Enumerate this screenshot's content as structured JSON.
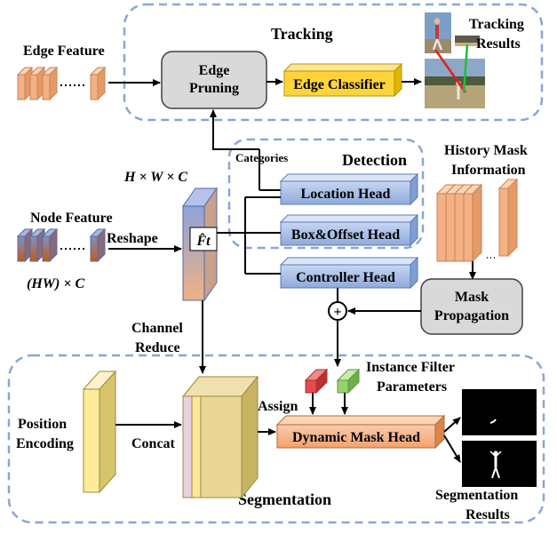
{
  "sections": {
    "tracking": "Tracking",
    "detection": "Detection",
    "segmentation": "Segmentation"
  },
  "labels": {
    "edge_feature": "Edge Feature",
    "edge_pruning_line1": "Edge",
    "edge_pruning_line2": "Pruning",
    "edge_classifier": "Edge Classifier",
    "tracking_results_line1": "Tracking",
    "tracking_results_line2": "Results",
    "categories": "Categories",
    "hwc": "H × W × C",
    "node_feature": "Node Feature",
    "reshape": "Reshape",
    "hw_c": "(HW) × C",
    "ft": "F̂t",
    "location_head": "Location Head",
    "box_offset_head": "Box&Offset Head",
    "controller_head": "Controller Head",
    "history_mask_line1": "History Mask",
    "history_mask_line2": "Information",
    "mask_propagation_line1": "Mask",
    "mask_propagation_line2": "Propagation",
    "channel_reduce_line1": "Channel",
    "channel_reduce_line2": "Reduce",
    "instance_filter_line1": "Instance Filter",
    "instance_filter_line2": "Parameters",
    "assign": "Assign",
    "position_encoding_line1": "Position",
    "position_encoding_line2": "Encoding",
    "concat": "Concat",
    "dynamic_mask_head": "Dynamic Mask Head",
    "segmentation_results_line1": "Segmentation",
    "segmentation_results_line2": "Results",
    "plus": "+"
  },
  "colors": {
    "dashed_border": "#7f9fd0",
    "edge_feature": "#f4b183",
    "node_feature_top": "#7f8fc9",
    "node_feature_bottom": "#c55a11",
    "head_box": "#a9bfe8",
    "edge_pruning": "#d9d9d9",
    "edge_classifier": "#ffd43a",
    "dynamic_mask_head": "#f4b183",
    "position_encoding": "#ffe699",
    "concat_feature": "#ead797",
    "red_filter": "#e74b4b",
    "green_filter": "#96d36e"
  }
}
